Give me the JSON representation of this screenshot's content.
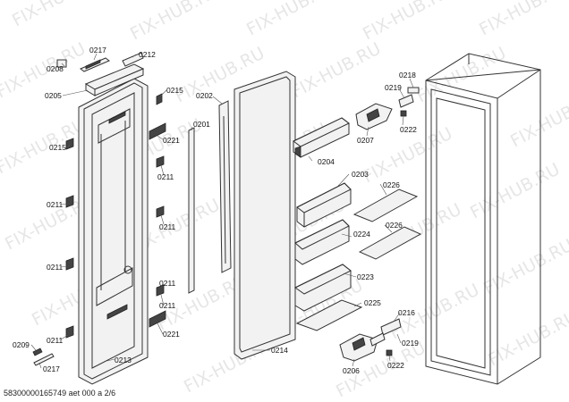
{
  "watermark": "FIX-HUB.RU",
  "footer": "58300000165749 aet 000 a 2/6",
  "labels": [
    {
      "id": "l0217a",
      "text": "0217"
    },
    {
      "id": "l0208",
      "text": "0208"
    },
    {
      "id": "l0212",
      "text": "0212"
    },
    {
      "id": "l0205",
      "text": "0205"
    },
    {
      "id": "l0215a",
      "text": "0215"
    },
    {
      "id": "l0202",
      "text": "0202"
    },
    {
      "id": "l0215b",
      "text": "0215"
    },
    {
      "id": "l0221a",
      "text": "0221"
    },
    {
      "id": "l0201",
      "text": "0201"
    },
    {
      "id": "l0211a",
      "text": "0211"
    },
    {
      "id": "l0211b",
      "text": "0211"
    },
    {
      "id": "l0211c",
      "text": "0211"
    },
    {
      "id": "l0211d",
      "text": "0211"
    },
    {
      "id": "l0211e",
      "text": "0211"
    },
    {
      "id": "l0211f",
      "text": "0211"
    },
    {
      "id": "l0211g",
      "text": "0211"
    },
    {
      "id": "l0221b",
      "text": "0221"
    },
    {
      "id": "l0209",
      "text": "0209"
    },
    {
      "id": "l0217b",
      "text": "0217"
    },
    {
      "id": "l0213",
      "text": "0213"
    },
    {
      "id": "l0214",
      "text": "0214"
    },
    {
      "id": "l0204",
      "text": "0204"
    },
    {
      "id": "l0203",
      "text": "0203"
    },
    {
      "id": "l0224",
      "text": "0224"
    },
    {
      "id": "l0223",
      "text": "0223"
    },
    {
      "id": "l0218",
      "text": "0218"
    },
    {
      "id": "l0219a",
      "text": "0219"
    },
    {
      "id": "l0207",
      "text": "0207"
    },
    {
      "id": "l0222a",
      "text": "0222"
    },
    {
      "id": "l0226a",
      "text": "0226"
    },
    {
      "id": "l0226b",
      "text": "0226"
    },
    {
      "id": "l0225",
      "text": "0225"
    },
    {
      "id": "l0216",
      "text": "0216"
    },
    {
      "id": "l0219b",
      "text": "0219"
    },
    {
      "id": "l0206",
      "text": "0206"
    },
    {
      "id": "l0222b",
      "text": "0222"
    }
  ]
}
